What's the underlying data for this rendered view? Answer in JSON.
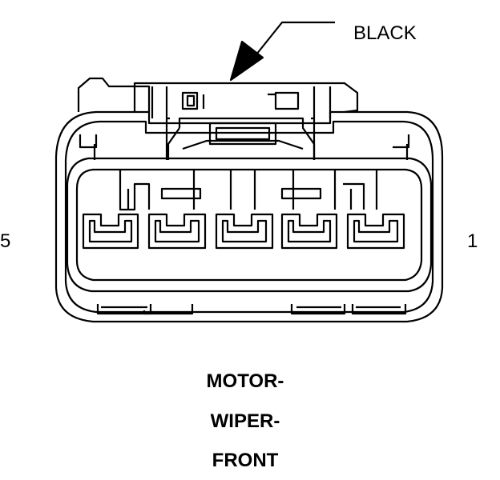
{
  "connector": {
    "color_label": "BLACK",
    "pin_left": "5",
    "pin_right": "1",
    "title_lines": [
      "MOTOR-",
      "WIPER-",
      "FRONT"
    ],
    "cavity_count": 5
  },
  "colors": {
    "stroke": "#000000",
    "background": "#ffffff"
  }
}
